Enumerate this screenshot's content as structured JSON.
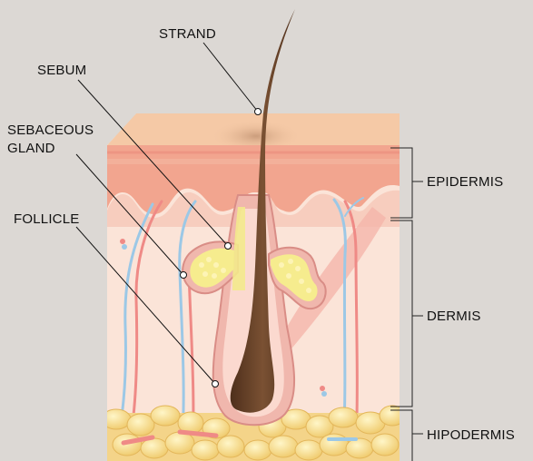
{
  "labels": {
    "strand": "STRAND",
    "sebum": "SEBUM",
    "sebaceous_gland_line1": "SEBACEOUS",
    "sebaceous_gland_line2": "GLAND",
    "follicle": "FOLLICLE",
    "epidermis": "EPIDERMIS",
    "dermis": "DERMIS",
    "hipodermis": "HIPODERMIS"
  },
  "colors": {
    "background": "#dcd8d4",
    "epidermis_top": "#f5c9a6",
    "epidermis_band": "#f2a58f",
    "dermis": "#fbe4d8",
    "hair": "#6b4428",
    "sebum": "#f3e98c",
    "fat": "#f7dc8a",
    "vessel_blue": "#9cc8e6",
    "vessel_red": "#ef8a86"
  }
}
